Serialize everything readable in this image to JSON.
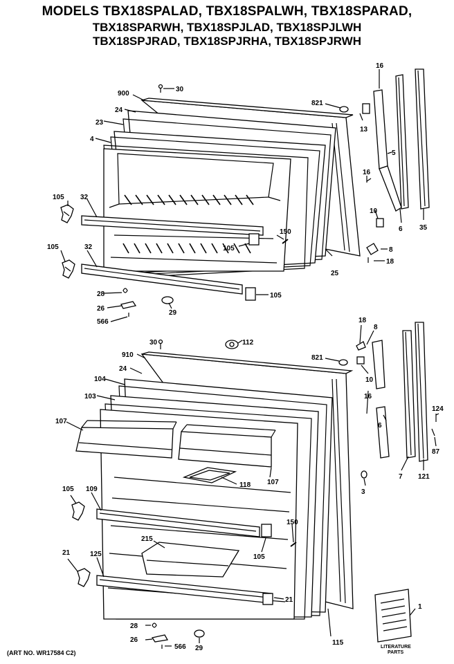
{
  "header": {
    "line1": "MODELS TBX18SPALAD, TBX18SPALWH, TBX18SPARAD,",
    "line2": "TBX18SPARWH, TBX18SPJLAD, TBX18SPJLWH",
    "line3": "TBX18SPJRAD, TBX18SPJRHA, TBX18SPJRWH"
  },
  "footer": {
    "art_number": "(ART NO. WR17584 C2)"
  },
  "literature": {
    "line1": "LITERATURE",
    "line2": "PARTS"
  },
  "freezer_labels": {
    "p900": "900",
    "p30": "30",
    "p24": "24",
    "p23": "23",
    "p4": "4",
    "p821": "821",
    "p16a": "16",
    "p13": "13",
    "p5": "5",
    "p16b": "16",
    "p10": "10",
    "p6": "6",
    "p35": "35",
    "p8": "8",
    "p18": "18",
    "p105a": "105",
    "p32a": "32",
    "p105b": "105",
    "p32b": "32",
    "p150": "150",
    "p105c": "105",
    "p25": "25",
    "p28": "28",
    "p105d": "105",
    "p26": "26",
    "p566": "566",
    "p29": "29"
  },
  "fresh_labels": {
    "p18": "18",
    "p8": "8",
    "p30": "30",
    "p112": "112",
    "p910": "910",
    "p821": "821",
    "p24": "24",
    "p104": "104",
    "p10": "10",
    "p103": "103",
    "p16": "16",
    "p107a": "107",
    "p6": "6",
    "p124": "124",
    "p87": "87",
    "p7": "7",
    "p121": "121",
    "p118": "118",
    "p107b": "107",
    "p3": "3",
    "p105a": "105",
    "p109": "109",
    "p150": "150",
    "p215": "215",
    "p105b": "105",
    "p21a": "21",
    "p125": "125",
    "p21b": "21",
    "p115": "115",
    "p1": "1",
    "p28": "28",
    "p26": "26",
    "p566": "566",
    "p29": "29"
  }
}
